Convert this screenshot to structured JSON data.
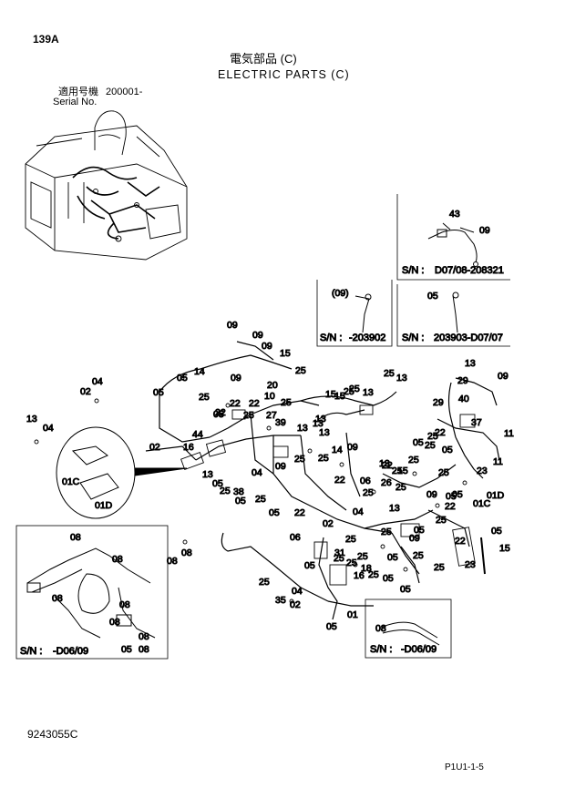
{
  "page_code": "139A",
  "title_jp": "電気部品 (C)",
  "title_en": "ELECTRIC PARTS (C)",
  "serial_jp": "適用号機",
  "serial_value": "200001-",
  "serial_en": "Serial No.",
  "doc_number": "9243055C",
  "page_ref": "P1U1-1-5",
  "inset_top_right": {
    "sn_label": "S/N :",
    "sn_value": "D07/08-208321",
    "parts": [
      "43",
      "09"
    ]
  },
  "inset_mid_left": {
    "sn_label": "S/N :",
    "sn_value": "-203902",
    "parts": [
      "(09)"
    ]
  },
  "inset_mid_right": {
    "sn_label": "S/N :",
    "sn_value": "203903-D07/07",
    "parts": [
      "05"
    ]
  },
  "inset_bottom_left": {
    "sn_label": "S/N :",
    "sn_value": "-D06/09",
    "parts": [
      "08",
      "08",
      "08",
      "08",
      "08",
      "08",
      "05",
      "08"
    ]
  },
  "inset_bottom_right": {
    "sn_label": "S/N :",
    "sn_value": "-D06/09",
    "parts": [
      "08"
    ]
  },
  "detail_labels": [
    "01C",
    "01D"
  ],
  "callouts": [
    "09",
    "09",
    "09",
    "15",
    "14",
    "25",
    "05",
    "13",
    "25",
    "13",
    "09",
    "09",
    "04",
    "02",
    "05",
    "25",
    "44",
    "16",
    "14",
    "15",
    "25",
    "22",
    "22",
    "27",
    "39",
    "25",
    "10",
    "20",
    "15",
    "13",
    "13",
    "13",
    "13",
    "25",
    "13",
    "04",
    "02",
    "05",
    "25",
    "22",
    "25",
    "25",
    "13",
    "13",
    "25",
    "25",
    "05",
    "25",
    "05",
    "25",
    "25",
    "22",
    "37",
    "11",
    "11",
    "29",
    "29",
    "13",
    "05",
    "25",
    "38",
    "05",
    "25",
    "05",
    "04",
    "09",
    "22",
    "22",
    "09",
    "06",
    "22",
    "15",
    "40",
    "25",
    "26",
    "25",
    "05",
    "09",
    "22",
    "25",
    "25",
    "05",
    "25",
    "25",
    "13",
    "05",
    "01C",
    "01D",
    "05",
    "06",
    "02",
    "04",
    "25",
    "31",
    "05",
    "25",
    "16",
    "25",
    "18",
    "25",
    "05",
    "25",
    "05",
    "09",
    "25",
    "23",
    "22",
    "15",
    "08",
    "08",
    "25",
    "35",
    "04",
    "02",
    "05",
    "01",
    "05",
    "25",
    "23",
    "15",
    "05",
    "09",
    "28"
  ]
}
